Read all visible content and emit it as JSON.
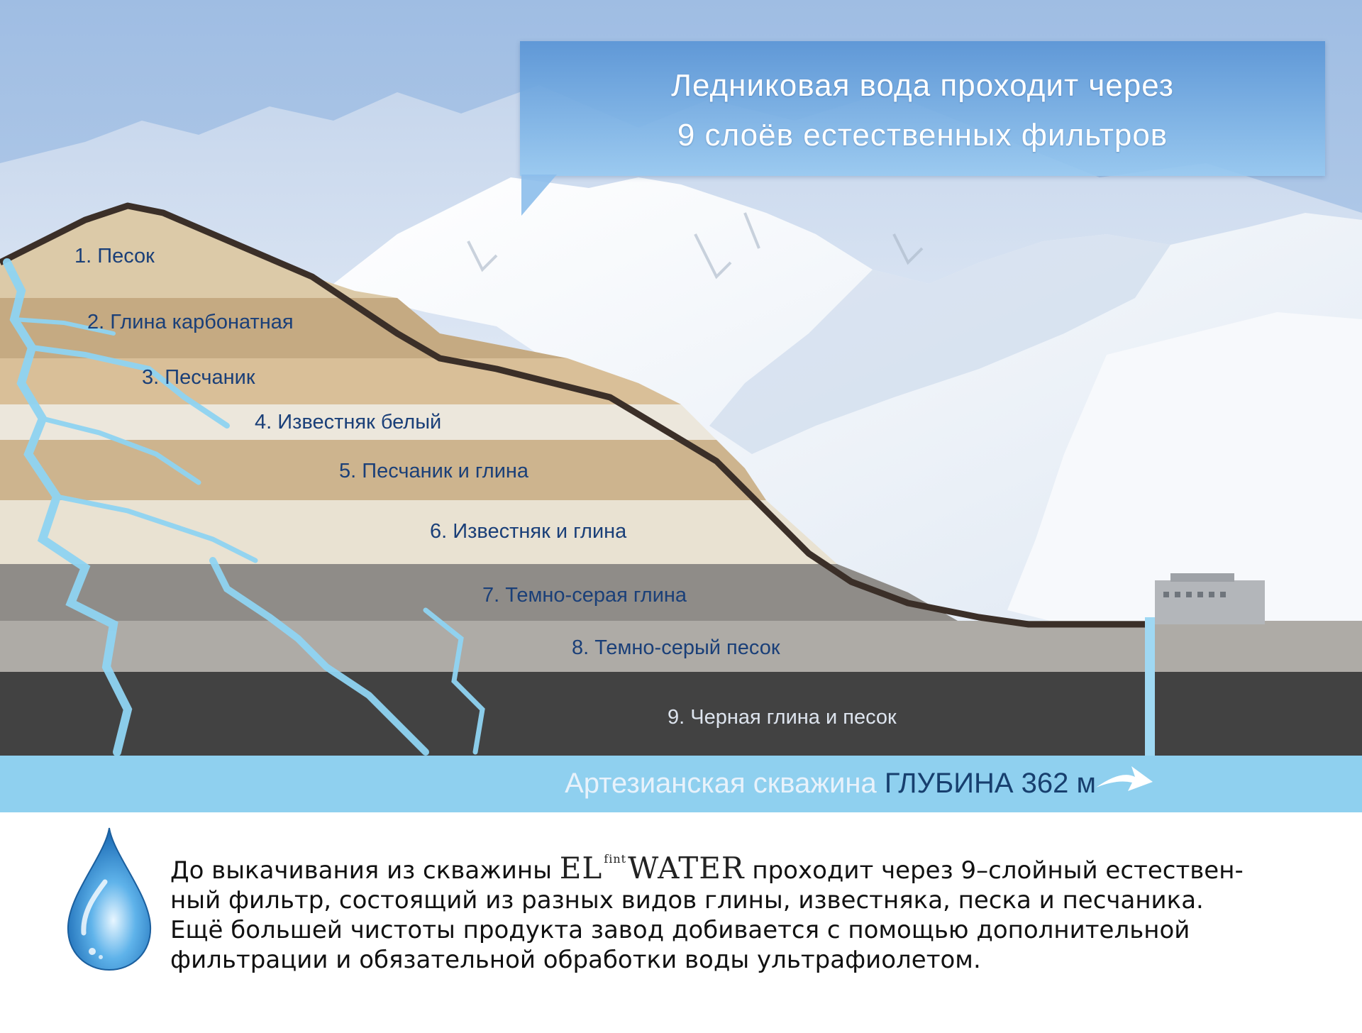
{
  "title": {
    "line1": "Ледниковая вода проходит через",
    "line2": "9 слоёв естественных фильтров"
  },
  "layers": [
    {
      "label": "1. Песок"
    },
    {
      "label": "2. Глина карбонатная"
    },
    {
      "label": "3. Песчаник"
    },
    {
      "label": "4. Известняк белый"
    },
    {
      "label": "5. Песчаник и глина"
    },
    {
      "label": "6. Известняк и глина"
    },
    {
      "label": "7. Темно-серая глина"
    },
    {
      "label": "8. Темно-серый песок"
    },
    {
      "label": "9. Черная глина и песок"
    }
  ],
  "well": {
    "name": "Артезианская скважина",
    "depth": "ГЛУБИНА 362 м"
  },
  "description": {
    "line1_before": "До выкачивания из скважины ",
    "brand_el": "EL",
    "brand_sup": "fint",
    "brand_water": "WATER",
    "line1_after": " проходит через 9–слойный естествен-",
    "line2": "ный фильтр, состоящий из разных видов глины, известняка, песка и песчаника.",
    "line3": "Ещё большей чистоты продукта завод добивается с помощью дополнительной",
    "line4": "фильтрации и обязательной обработки воды ультрафиолетом."
  },
  "colors": {
    "sky": "#b7cde8",
    "snow": "#f4f7fb",
    "water": "#8fd0ef",
    "sand": "#d9c5a0",
    "clay_carbonate": "#c7ad86",
    "limestone": "#ebe4d5",
    "dark_gray_clay": "#8d8a86",
    "dark_gray_sand": "#a8a5a1",
    "black_clay": "#3f3f3f",
    "title_box": "#6a9fdc"
  }
}
